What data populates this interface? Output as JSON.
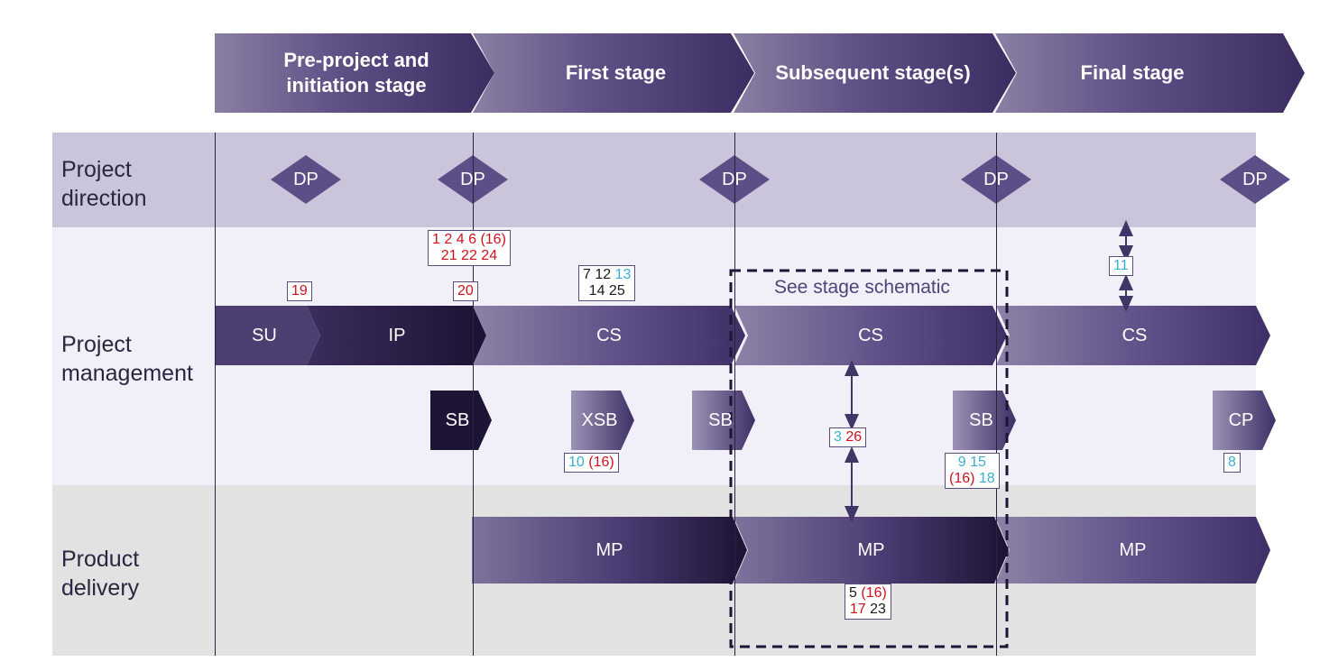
{
  "stages": [
    {
      "label_line1": "Pre-project and",
      "label_line2": "initiation stage"
    },
    {
      "label_line1": "First stage"
    },
    {
      "label_line1": "Subsequent stage(s)"
    },
    {
      "label_line1": "Final stage"
    }
  ],
  "rows": {
    "direction": {
      "line1": "Project",
      "line2": "direction"
    },
    "management": {
      "line1": "Project",
      "line2": "management"
    },
    "delivery": {
      "line1": "Product",
      "line2": "delivery"
    }
  },
  "processes": {
    "dp": "DP",
    "su": "SU",
    "ip": "IP",
    "cs": "CS",
    "sb": "SB",
    "xsb": "XSB",
    "cp": "CP",
    "mp": "MP"
  },
  "schematic_label": "See stage schematic",
  "refs": {
    "box_a": {
      "n1": "1",
      "n2": "2",
      "n3": "4",
      "n4": "6",
      "n5": "(16)",
      "n6": "21",
      "n7": "22",
      "n8": "24"
    },
    "box_19": {
      "n1": "19"
    },
    "box_20": {
      "n1": "20"
    },
    "box_b": {
      "n1": "7",
      "n2": "12",
      "n3": "13",
      "n4": "14",
      "n5": "25"
    },
    "box_11": {
      "n1": "11"
    },
    "box_c": {
      "n1": "10",
      "n2": "(16)"
    },
    "box_d": {
      "n1": "3",
      "n2": "26"
    },
    "box_e": {
      "n1": "9",
      "n2": "15",
      "n3": "(16)",
      "n4": "18"
    },
    "box_8": {
      "n1": "8"
    },
    "box_f": {
      "n1": "5",
      "n2": "(16)",
      "n3": "17",
      "n4": "23"
    }
  },
  "colors": {
    "direction_band": "#cbc5dc",
    "management_band": "#f1eff7",
    "delivery_band": "#e2e2e2",
    "dark_purple": "#1e1436",
    "mid_purple": "#4b3b70",
    "light_purple": "#8f85a8",
    "ref_red": "#d0101e",
    "ref_blue": "#3aaed0"
  }
}
